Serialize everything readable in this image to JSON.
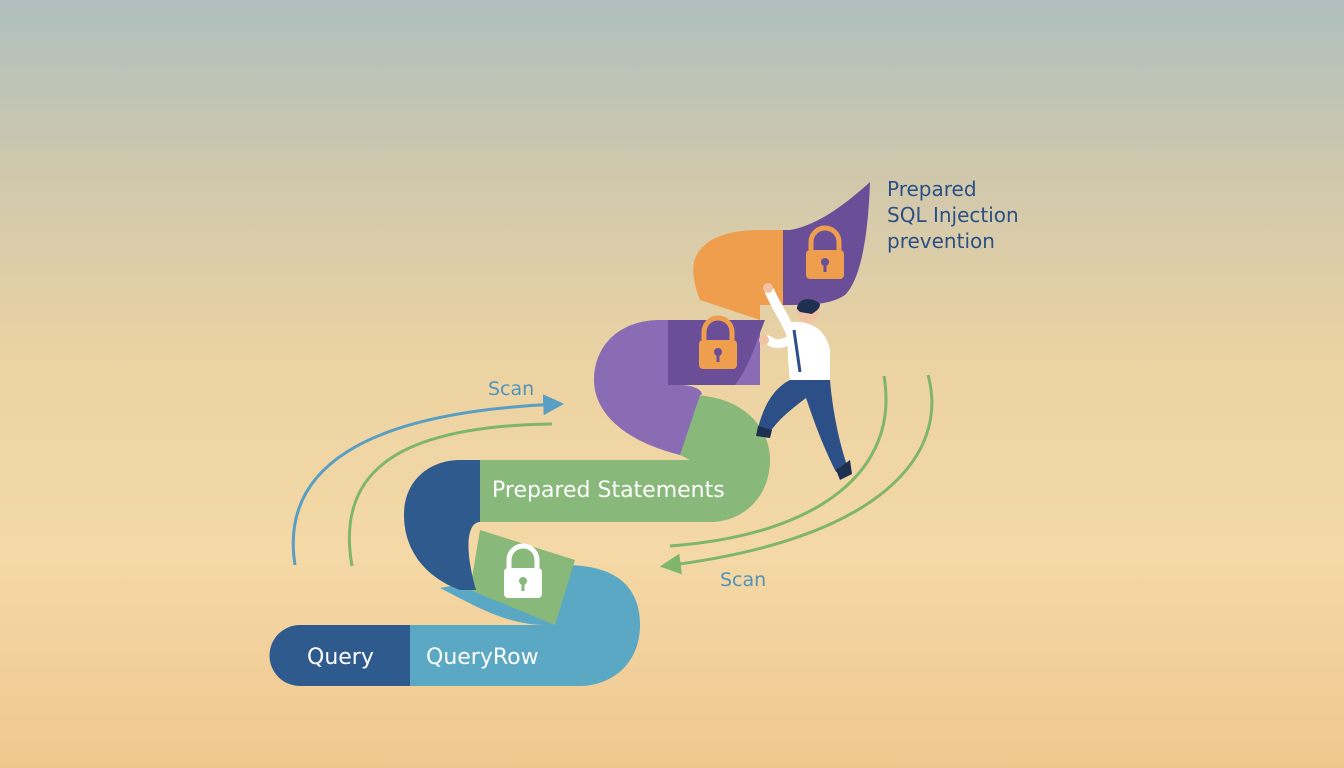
{
  "labels": {
    "prepared_statements": "Prepared Statements",
    "query": "Query",
    "queryrow": "QueryRow",
    "scan_top": "Scan",
    "scan_bottom": "Scan",
    "callout_line1": "Prepared",
    "callout_line2": "SQL Injection",
    "callout_line3": "prevention"
  },
  "colors": {
    "dark_blue": "#2f5a8e",
    "light_blue": "#5ba8c4",
    "green": "#88b97a",
    "purple": "#8a6cb4",
    "dark_purple": "#6a4f98",
    "orange": "#ee9e4c",
    "blue_arc": "#5a9ec4",
    "green_arc": "#7fb56d"
  },
  "icons": [
    "lock-icon",
    "person-climbing"
  ]
}
